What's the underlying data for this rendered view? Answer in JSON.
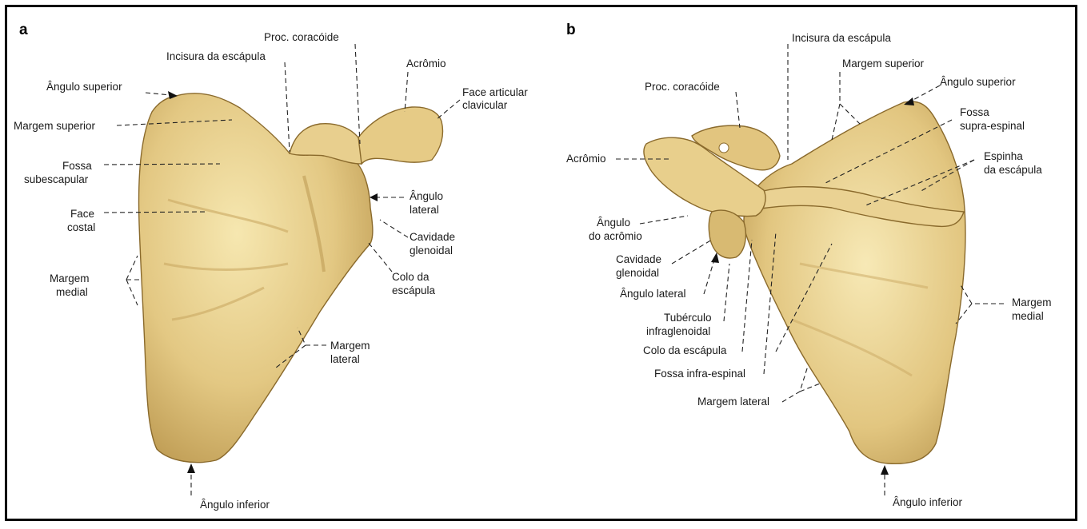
{
  "figure": {
    "panels": [
      "a",
      "b"
    ],
    "colors": {
      "bone_light": "#f3e2a6",
      "bone_mid": "#d9bd72",
      "bone_shadow": "#a8843e",
      "border": "#000000"
    }
  },
  "panel_a": {
    "labels": {
      "proc_coracoide": "Proc. coracóide",
      "incisura": "Incisura da escápula",
      "acromio": "Acrômio",
      "angulo_superior": "Ângulo superior",
      "face_articular_1": "Face articular",
      "face_articular_2": "clavicular",
      "margem_superior": "Margem superior",
      "fossa_1": "Fossa",
      "fossa_2": "subescapular",
      "angulo_lateral_1": "Ângulo",
      "angulo_lateral_2": "lateral",
      "face_costal_1": "Face",
      "face_costal_2": "costal",
      "cavidade_1": "Cavidade",
      "cavidade_2": "glenoidal",
      "colo_1": "Colo da",
      "colo_2": "escápula",
      "margem_medial_1": "Margem",
      "margem_medial_2": "medial",
      "margem_lateral_1": "Margem",
      "margem_lateral_2": "lateral",
      "angulo_inferior": "Ângulo inferior"
    }
  },
  "panel_b": {
    "labels": {
      "incisura": "Incisura da escápula",
      "margem_superior": "Margem superior",
      "proc_coracoide": "Proc. coracóide",
      "angulo_superior": "Ângulo superior",
      "fossa_supra_1": "Fossa",
      "fossa_supra_2": "supra-espinal",
      "acromio": "Acrômio",
      "espinha_1": "Espinha",
      "espinha_2": "da escápula",
      "angulo_acromio_1": "Ângulo",
      "angulo_acromio_2": "do acrômio",
      "cavidade_1": "Cavidade",
      "cavidade_2": "glenoidal",
      "angulo_lateral": "Ângulo lateral",
      "margem_medial_1": "Margem",
      "margem_medial_2": "medial",
      "tuberculo_1": "Tubérculo",
      "tuberculo_2": "infraglenoidal",
      "colo": "Colo da escápula",
      "fossa_infra": "Fossa infra-espinal",
      "margem_lateral": "Margem lateral",
      "angulo_inferior": "Ângulo inferior"
    }
  }
}
